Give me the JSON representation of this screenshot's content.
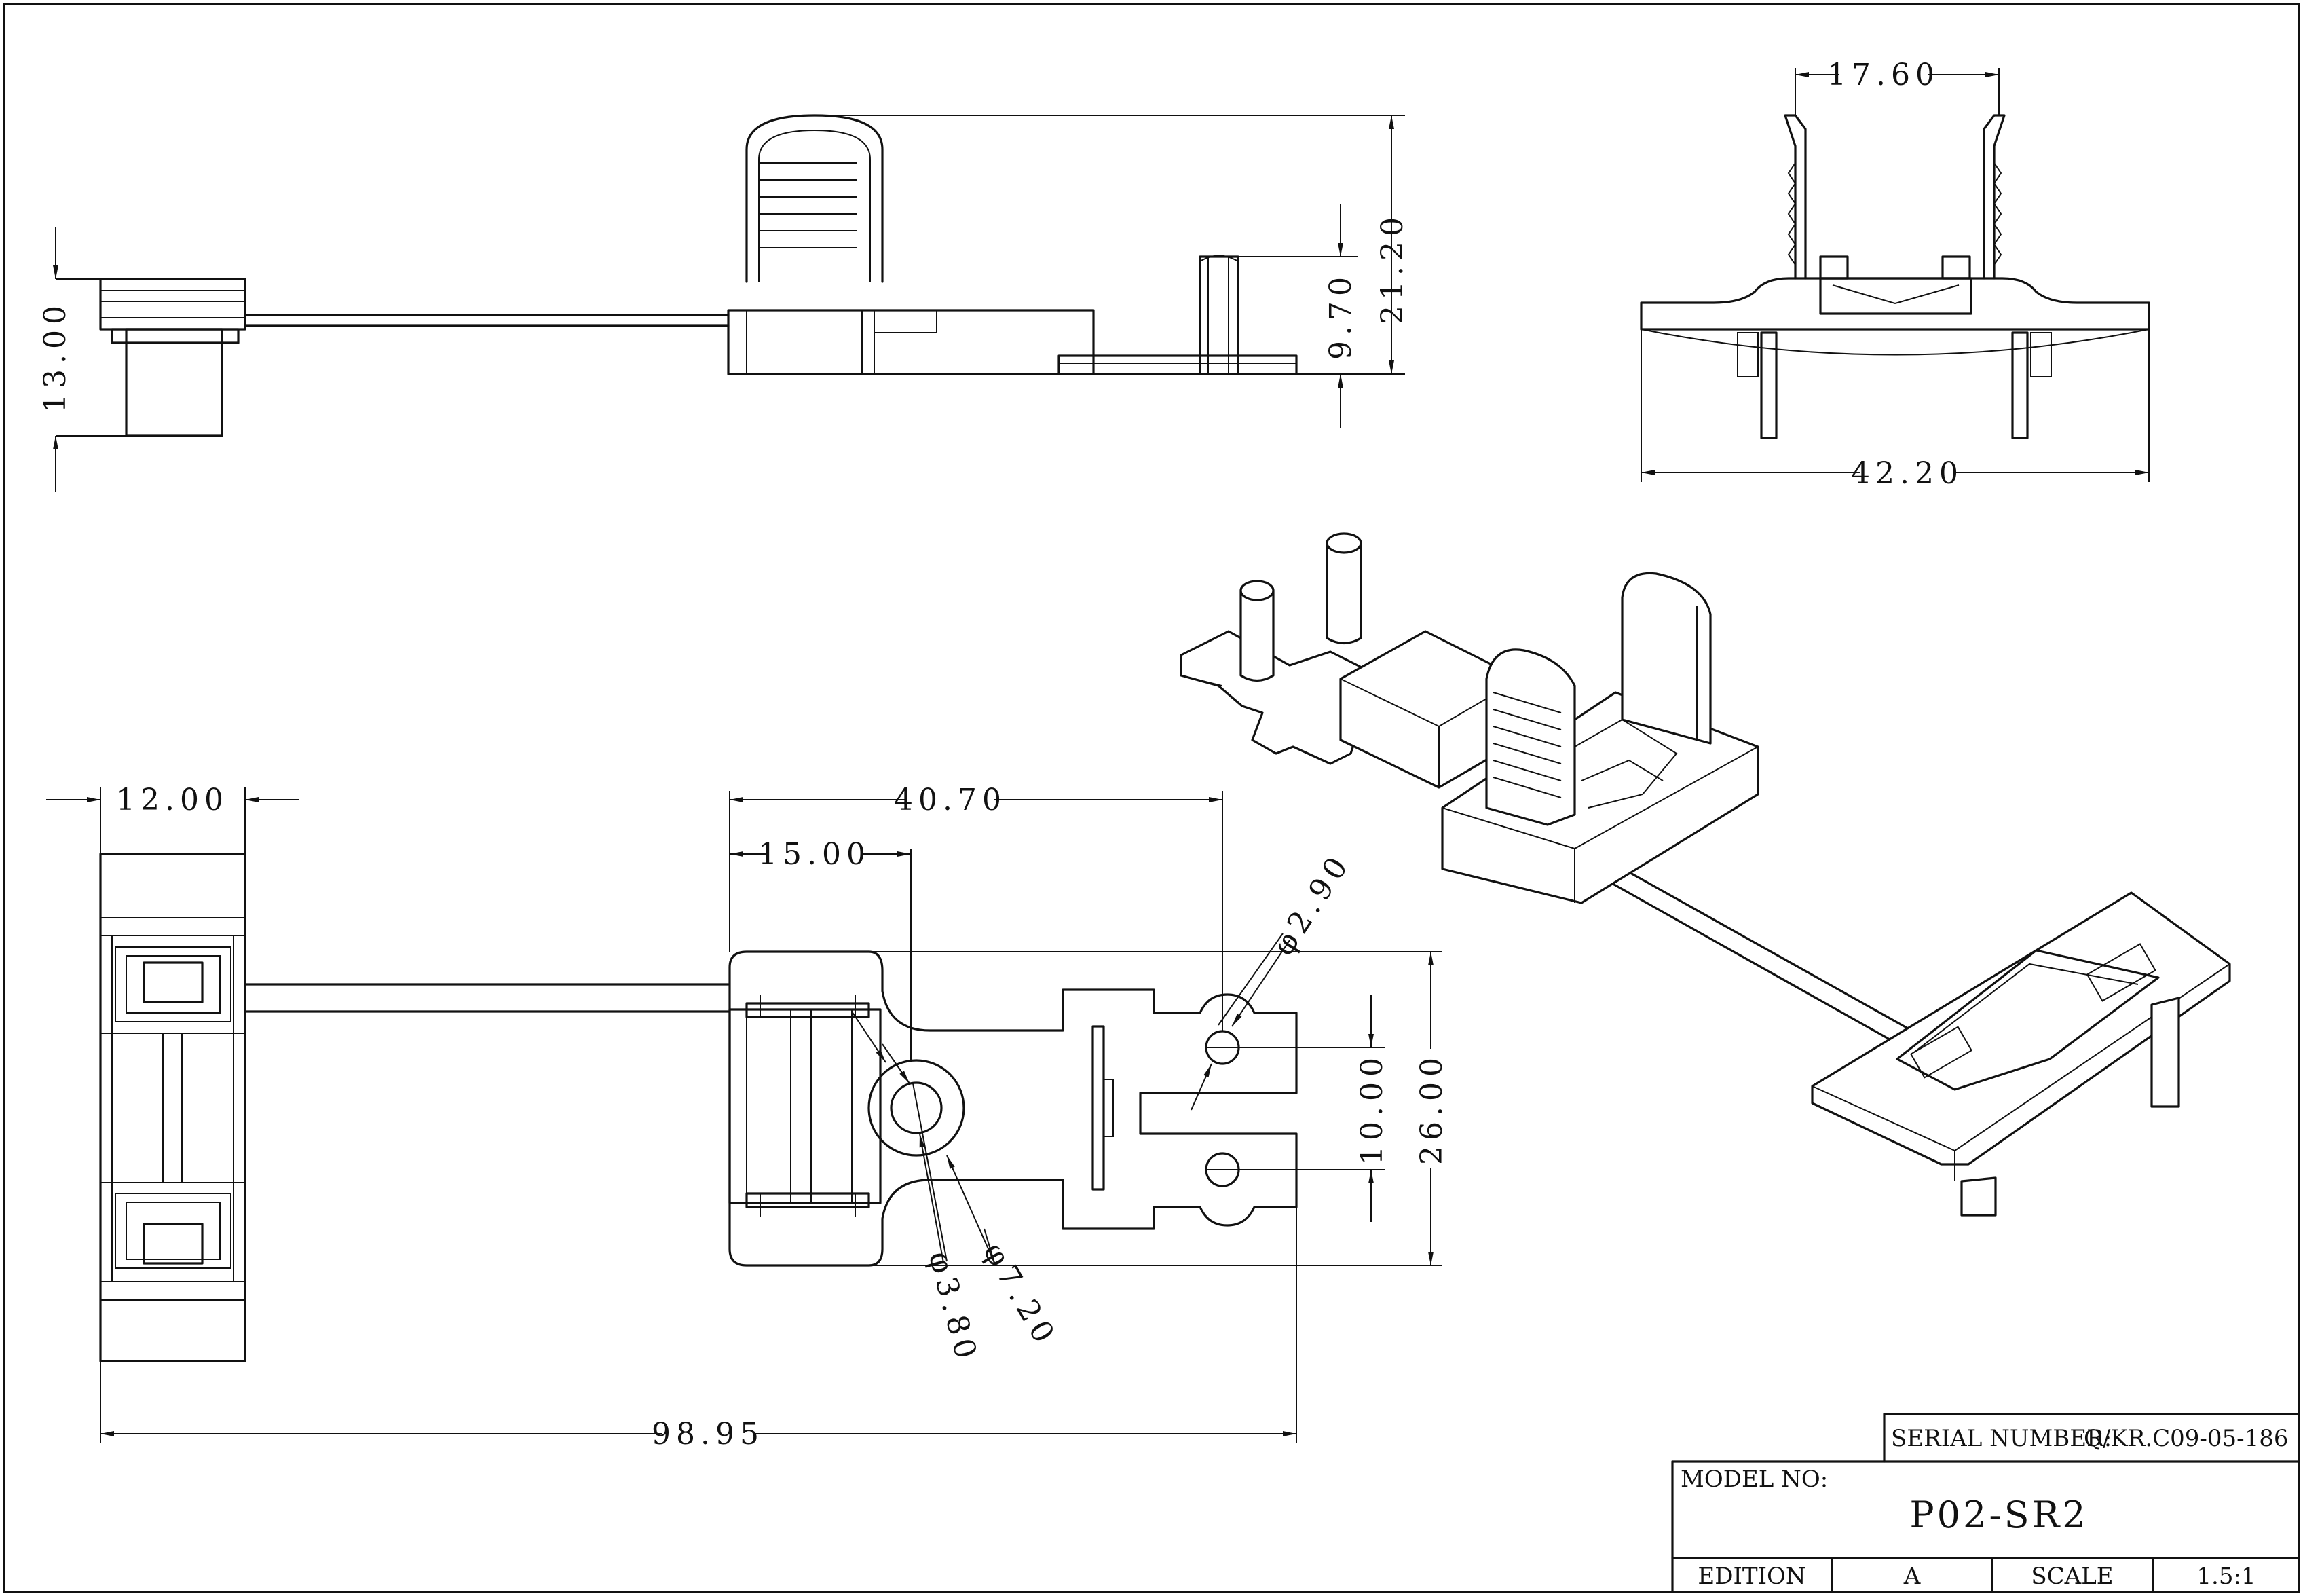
{
  "dimensions": {
    "top_width": "17.60",
    "base_width": "42.20",
    "height_left": "13.00",
    "pin_height": "9.70",
    "total_height": "21.20",
    "left_width": "12.00",
    "span_40": "40.70",
    "span_15": "15.00",
    "hole_small": "φ2.90",
    "hole_inner": "φ3.80",
    "hole_outer": "φ7.20",
    "pitch": "10.00",
    "depth": "26.00",
    "overall_length": "98.95"
  },
  "title_block": {
    "serial_label": "SERIAL NUMBER:",
    "serial_value": "Q/KR.C09-05-186",
    "model_label": "MODEL NO:",
    "model_value": "P02-SR2",
    "edition_label": "EDITION",
    "edition_value": "A",
    "scale_label": "SCALE",
    "scale_value": "1.5:1"
  }
}
